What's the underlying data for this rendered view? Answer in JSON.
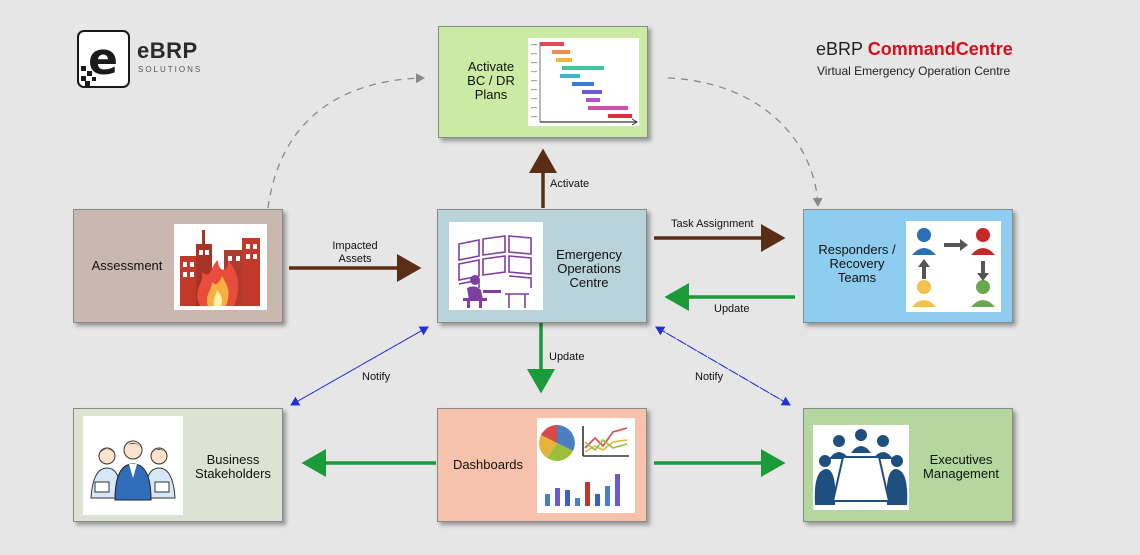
{
  "logo": {
    "mark": "e",
    "name": "eBRP",
    "sub": "SOLUTIONS"
  },
  "header": {
    "brand": "eBRP",
    "product": "CommandCentre",
    "subtitle": "Virtual Emergency Operation Centre"
  },
  "nodes": {
    "activate_plans": "Activate\nBC / DR\nPlans",
    "assessment": "Assessment",
    "eoc": "Emergency\nOperations\nCentre",
    "responders": "Responders /\nRecovery\nTeams",
    "business": "Business\nStakeholders",
    "dashboards": "Dashboards",
    "executives": "Executives\nManagement"
  },
  "edges": {
    "activate": "Activate",
    "impacted_assets": "Impacted\nAssets",
    "task_assignment": "Task Assignment",
    "update_right": "Update",
    "update_down": "Update",
    "notify_left": "Notify",
    "notify_right": "Notify"
  },
  "colors": {
    "green_box": "#cbeaa4",
    "assess_box": "#c8b8b0",
    "eoc_box": "#b9d3da",
    "resp_box": "#8ecdf0",
    "business_box": "#dde3d3",
    "dash_box": "#f7c2ab",
    "exec_box": "#b3d79e",
    "brown_arrow": "#5a2e16",
    "green_arrow": "#1b9a3a",
    "notify": "#2130d8",
    "brand_red": "#d4101c"
  }
}
